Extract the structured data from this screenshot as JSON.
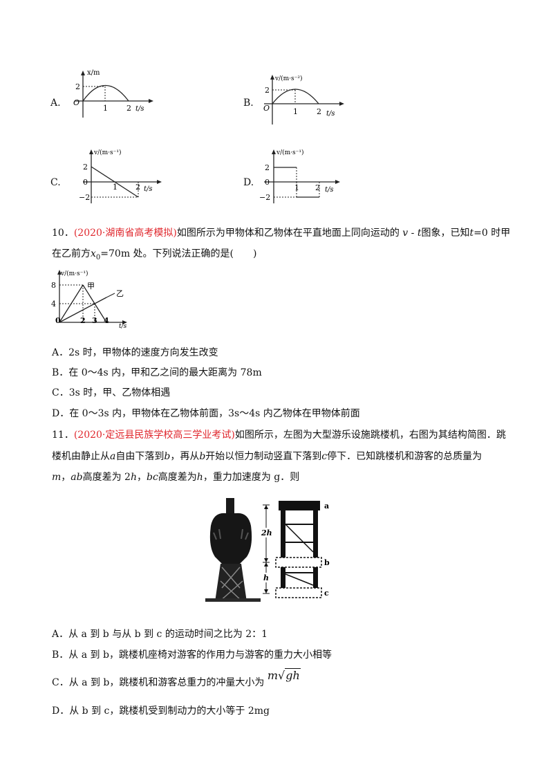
{
  "q9": {
    "opt_a_label": "A.",
    "opt_b_label": "B.",
    "opt_c_label": "C.",
    "opt_d_label": "D.",
    "graph_a": {
      "ylabel": "x/m",
      "xlabel": "t/s",
      "y_ticks": [
        "2"
      ],
      "x_ticks": [
        "1",
        "2"
      ],
      "origin": "O"
    },
    "graph_b": {
      "ylabel": "v/(m·s⁻²)",
      "xlabel": "t/s",
      "y_ticks": [
        "2"
      ],
      "x_ticks": [
        "1",
        "2"
      ],
      "origin": "O"
    },
    "graph_c": {
      "ylabel": "v/(m·s⁻¹)",
      "xlabel": "t/s",
      "y_ticks": [
        "2",
        "0",
        "−2"
      ],
      "x_ticks": [
        "1",
        "2"
      ]
    },
    "graph_d": {
      "ylabel": "v/(m·s⁻¹)",
      "xlabel": "t/s",
      "y_ticks": [
        "2",
        "0",
        "−2"
      ],
      "x_ticks": [
        "1",
        "2"
      ]
    }
  },
  "q10": {
    "number": "10．",
    "source": "(2020·湖南省高考模拟)",
    "stem_1a": "如图所示为甲物体和乙物体在平直地面上同向运动的",
    "stem_1b": "v",
    "stem_1c": "-",
    "stem_1d": "t",
    "stem_1e": "图象，已知",
    "stem_1f": "t",
    "stem_1g": "=0 时甲",
    "stem_2a": "在乙前方",
    "stem_2b": "x",
    "stem_2c": "0",
    "stem_2d": "=70m 处。下列说法正确的是(　　)",
    "graph": {
      "ylabel": "v/(m·s⁻¹)",
      "xlabel": "t/s",
      "y_ticks": [
        "8",
        "4"
      ],
      "x_ticks": [
        "0",
        "2",
        "3",
        "4"
      ],
      "label_jia": "甲",
      "label_yi": "乙"
    },
    "options": [
      "A．2s 时，甲物体的速度方向发生改变",
      "B．在 0～4s 内，甲和乙之间的最大距离为 78m",
      "C．3s 时，甲、乙物体相遇",
      "D．在 0～3s 内，甲物体在乙物体前面，3s～4s 内乙物体在甲物体前面"
    ]
  },
  "q11": {
    "number": "11．",
    "source": "(2020·定远县民族学校高三学业考试)",
    "stem_1": "如图所示，左图为大型游乐设施跳楼机，右图为其结构简图．跳",
    "stem_2a": "楼机由静止从",
    "stem_2b": "a",
    "stem_2c": "自由下落到",
    "stem_2d": "b",
    "stem_2e": "，再从",
    "stem_2f": "b",
    "stem_2g": "开始以恒力制动竖直下落到",
    "stem_2h": "c",
    "stem_2i": "停下．已知跳楼机和游客的总质量为",
    "stem_3a": "m",
    "stem_3b": "，",
    "stem_3c": "ab",
    "stem_3d": "高度差为 2",
    "stem_3e": "h",
    "stem_3f": "，",
    "stem_3g": "bc",
    "stem_3h": "高度差为",
    "stem_3i": "h",
    "stem_3j": "，重力加速度为 g．则",
    "figure": {
      "label_a": "a",
      "label_b": "b",
      "label_c": "c",
      "label_2h": "2h",
      "label_h": "h"
    },
    "opt_a": "A．从 a 到 b 与从 b 到 c 的运动时间之比为 2：1",
    "opt_b": "B．从 a 到 b，跳楼机座椅对游客的作用力与游客的重力大小相等",
    "opt_c": "C．从 a 到 b，跳楼机和游客总重力的冲量大小为",
    "opt_c_formula_m": "m",
    "opt_c_formula_root": "gh",
    "opt_d": "D．从 b 到 c，跳楼机受到制动力的大小等于 2mg"
  }
}
